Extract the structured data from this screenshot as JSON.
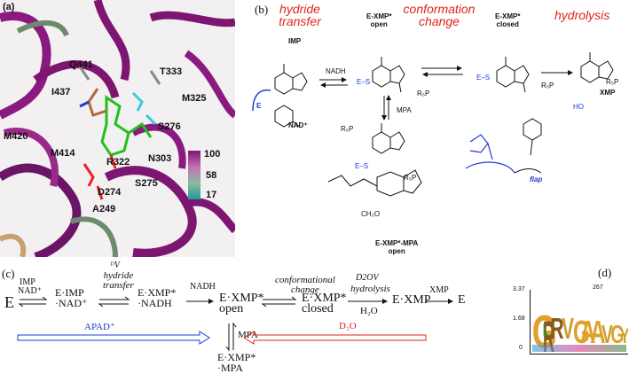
{
  "panel_a": {
    "label": "(a)",
    "residues": [
      "Q441",
      "T333",
      "I437",
      "M325",
      "M420",
      "S276",
      "M414",
      "R322",
      "N303",
      "D274",
      "S275",
      "A249"
    ],
    "colorbar": {
      "max": "100",
      "mid": "58",
      "min": "17"
    }
  },
  "panel_b": {
    "label": "(b)",
    "steps": {
      "hydride": "hydride\ntransfer",
      "conformation": "conformation\nchange",
      "hydrolysis": "hydrolysis"
    },
    "labels": {
      "imp": "IMP",
      "nad": "NAD⁺",
      "nadh": "NADH",
      "mpa": "MPA",
      "exmp_open": "E-XMP*\nopen",
      "exmp_closed": "E-XMP*\nclosed",
      "xmp": "XMP",
      "exmp_mpa": "E-XMP*-MPA\nopen",
      "flap": "flap",
      "e": "E",
      "es": "E–S",
      "ho": "HO",
      "r5p": "R₅P",
      "ch3o": "CH₃O"
    }
  },
  "panel_c": {
    "label": "(c)",
    "e1": "E",
    "imp": "IMP",
    "nad": "NAD⁺",
    "e_imp_nad": "E·IMP\n·NAD⁺",
    "dv": "ᴰV",
    "hydride": "hydride\ntransfer",
    "e_xmp_nadh": "E·XMP*\n·NADH",
    "nadh": "NADH",
    "conformational": "conformational\nchange",
    "e_xmp_open": "E·XMP*\nopen",
    "e_xmp_closed": "E·XMP*\nclosed",
    "d2ov": "D2OV",
    "hydrolysis": "hydrolysis",
    "h2o": "H₂O",
    "e_xmp": "E·XMP",
    "xmp": "XMP",
    "e_end": "E",
    "apad": "APAD⁺",
    "d2o": "D₂O",
    "mpa": "MPA",
    "e_xmp_mpa": "E·XMP*\n·MPA"
  },
  "panel_d": {
    "label": "(d)",
    "yticks": [
      "3.37",
      "1.68",
      "0"
    ],
    "position": "267",
    "logo_letters": [
      "G",
      "R",
      "L",
      "R",
      "V",
      "G",
      "A",
      "A",
      "V",
      "G",
      "Y"
    ]
  },
  "colors": {
    "red": "#e2231a",
    "blue": "#1f3ad6",
    "purple": "#7d1670",
    "green": "#22c11a"
  }
}
